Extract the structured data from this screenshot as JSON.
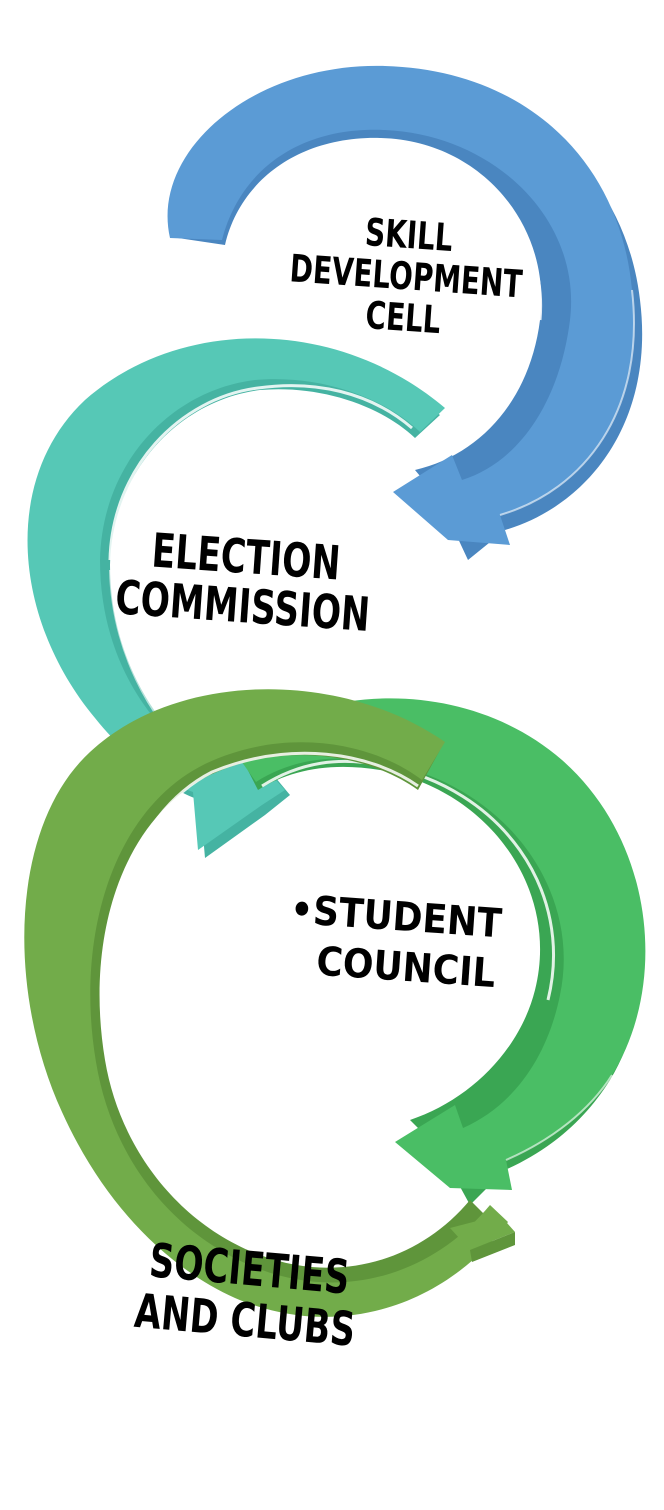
{
  "diagram": {
    "steps": [
      {
        "lines": [
          "SKILL",
          "DEVELOPMENT",
          "CELL"
        ],
        "color": "#5b9bd5",
        "color_dark": "#4a86c0"
      },
      {
        "lines": [
          "ELECTION",
          "COMMISSION"
        ],
        "color": "#56c8b6",
        "color_dark": "#45b3a2"
      },
      {
        "lines": [
          "•STUDENT",
          "COUNCIL"
        ],
        "color": "#4abe65",
        "color_dark": "#3aa653"
      },
      {
        "lines": [
          "SOCIETIES",
          "AND CLUBS"
        ],
        "color": "#72ac4a",
        "color_dark": "#5f953b"
      }
    ]
  }
}
